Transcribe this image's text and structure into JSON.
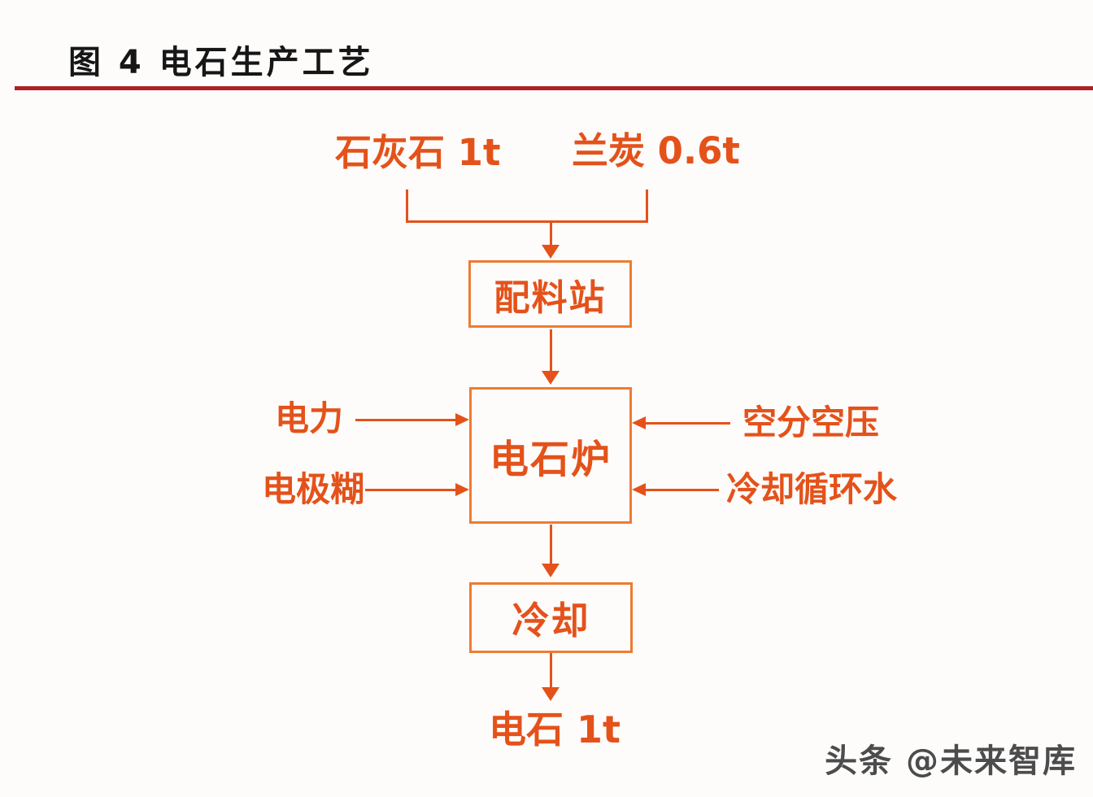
{
  "figure": {
    "title": "图 4 电石生产工艺"
  },
  "flowchart": {
    "raw_inputs": [
      {
        "text": "石灰石 1t"
      },
      {
        "text": "兰炭 0.6t"
      }
    ],
    "process_nodes": [
      {
        "text": "配料站"
      },
      {
        "text": "电石炉"
      },
      {
        "text": "冷却"
      }
    ],
    "furnace_left_inputs": [
      {
        "text": "电力"
      },
      {
        "text": "电极糊"
      }
    ],
    "furnace_right_inputs": [
      {
        "text": "空分空压"
      },
      {
        "text": "冷却循环水"
      }
    ],
    "final_output": {
      "text": "电石 1t"
    },
    "connections": [
      "石灰石 1t + 兰炭 0.6t → 配料站",
      "配料站 → 电石炉",
      "电力 → 电石炉",
      "电极糊 → 电石炉",
      "空分空压 → 电石炉",
      "冷却循环水 → 电石炉",
      "电石炉 → 冷却",
      "冷却 → 电石 1t"
    ],
    "colors": {
      "accent": "#e4521a",
      "box_border": "#ed7c33",
      "divider": "#b22025",
      "title_text": "#161616",
      "watermark_text": "#4c4c4c",
      "background": "#fdfcfb"
    }
  },
  "watermark": {
    "text": "头条 @未来智库"
  }
}
